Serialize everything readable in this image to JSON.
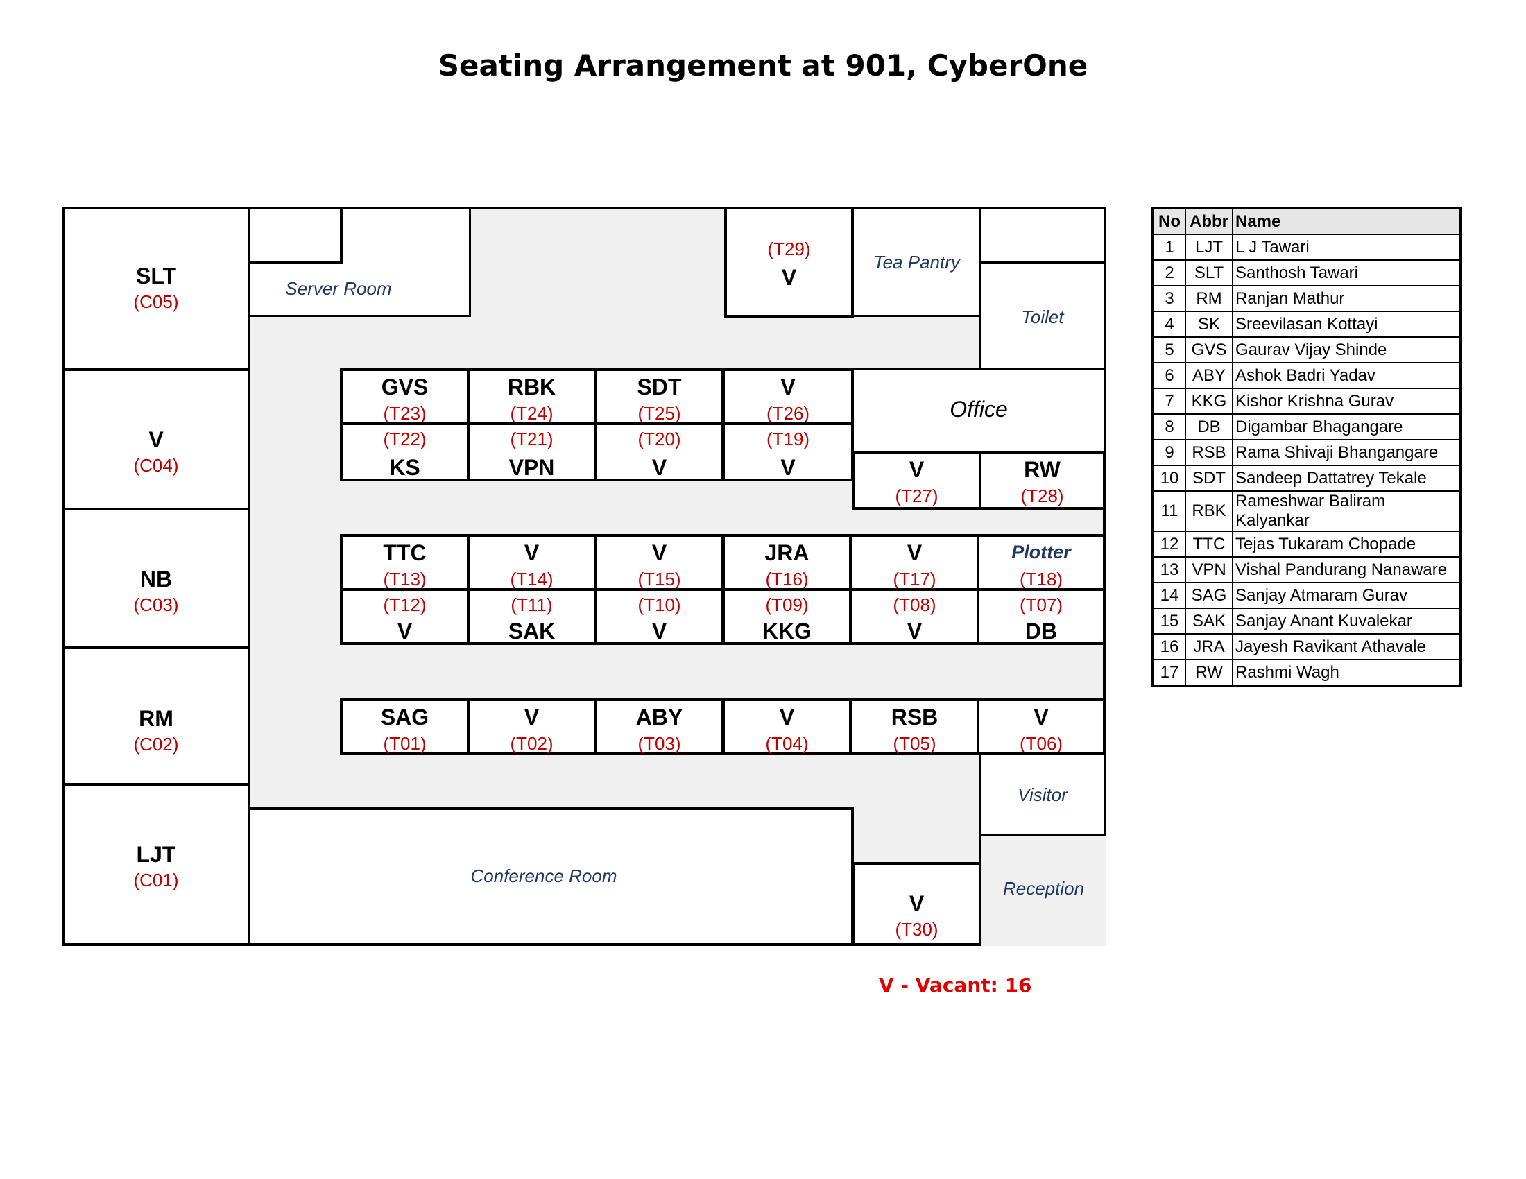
{
  "title": "Seating Arrangement at 901, CyberOne",
  "footer": "V - Vacant:  16",
  "cabins": [
    {
      "abbr": "SLT",
      "code": "(C05)"
    },
    {
      "abbr": "V",
      "code": "(C04)"
    },
    {
      "abbr": "NB",
      "code": "(C03)"
    },
    {
      "abbr": "RM",
      "code": "(C02)"
    },
    {
      "abbr": "LJT",
      "code": "(C01)"
    }
  ],
  "rooms": {
    "server_room": "Server Room",
    "tea_pantry": "Tea Pantry",
    "toilet": "Toilet",
    "office": "Office",
    "visitor": "Visitor",
    "conference_room": "Conference Room",
    "reception": "Reception"
  },
  "seats": {
    "t29": {
      "code": "(T29)",
      "abbr": "V"
    },
    "t23": {
      "code": "(T23)",
      "abbr": "GVS"
    },
    "t24": {
      "code": "(T24)",
      "abbr": "RBK"
    },
    "t25": {
      "code": "(T25)",
      "abbr": "SDT"
    },
    "t26": {
      "code": "(T26)",
      "abbr": "V"
    },
    "t22": {
      "code": "(T22)",
      "abbr": "KS"
    },
    "t21": {
      "code": "(T21)",
      "abbr": "VPN"
    },
    "t20": {
      "code": "(T20)",
      "abbr": "V"
    },
    "t19": {
      "code": "(T19)",
      "abbr": "V"
    },
    "t27": {
      "code": "(T27)",
      "abbr": "V"
    },
    "t28": {
      "code": "(T28)",
      "abbr": "RW"
    },
    "t13": {
      "code": "(T13)",
      "abbr": "TTC"
    },
    "t14": {
      "code": "(T14)",
      "abbr": "V"
    },
    "t15": {
      "code": "(T15)",
      "abbr": "V"
    },
    "t16": {
      "code": "(T16)",
      "abbr": "JRA"
    },
    "t17": {
      "code": "(T17)",
      "abbr": "V"
    },
    "t18": {
      "code": "(T18)",
      "abbr": "Plotter"
    },
    "t12": {
      "code": "(T12)",
      "abbr": "V"
    },
    "t11": {
      "code": "(T11)",
      "abbr": "SAK"
    },
    "t10": {
      "code": "(T10)",
      "abbr": "V"
    },
    "t09": {
      "code": "(T09)",
      "abbr": "KKG"
    },
    "t08": {
      "code": "(T08)",
      "abbr": "V"
    },
    "t07": {
      "code": "(T07)",
      "abbr": "DB"
    },
    "t01": {
      "code": "(T01)",
      "abbr": "SAG"
    },
    "t02": {
      "code": "(T02)",
      "abbr": "V"
    },
    "t03": {
      "code": "(T03)",
      "abbr": "ABY"
    },
    "t04": {
      "code": "(T04)",
      "abbr": "V"
    },
    "t05": {
      "code": "(T05)",
      "abbr": "RSB"
    },
    "t06": {
      "code": "(T06)",
      "abbr": "V"
    },
    "t30": {
      "code": "(T30)",
      "abbr": "V"
    }
  },
  "legend": {
    "headers": {
      "no": "No",
      "abbr": "Abbr",
      "name": "Name"
    },
    "rows": [
      {
        "no": "1",
        "abbr": "LJT",
        "name": "L J Tawari"
      },
      {
        "no": "2",
        "abbr": "SLT",
        "name": "Santhosh Tawari"
      },
      {
        "no": "3",
        "abbr": "RM",
        "name": "Ranjan Mathur"
      },
      {
        "no": "4",
        "abbr": "SK",
        "name": "Sreevilasan Kottayi"
      },
      {
        "no": "5",
        "abbr": "GVS",
        "name": "Gaurav Vijay Shinde"
      },
      {
        "no": "6",
        "abbr": "ABY",
        "name": "Ashok Badri Yadav"
      },
      {
        "no": "7",
        "abbr": "KKG",
        "name": "Kishor Krishna Gurav"
      },
      {
        "no": "8",
        "abbr": "DB",
        "name": "Digambar Bhagangare"
      },
      {
        "no": "9",
        "abbr": "RSB",
        "name": "Rama Shivaji Bhangangare"
      },
      {
        "no": "10",
        "abbr": "SDT",
        "name": "Sandeep Dattatrey Tekale"
      },
      {
        "no": "11",
        "abbr": "RBK",
        "name": "Rameshwar Baliram Kalyankar"
      },
      {
        "no": "12",
        "abbr": "TTC",
        "name": "Tejas Tukaram Chopade"
      },
      {
        "no": "13",
        "abbr": "VPN",
        "name": "Vishal Pandurang Nanaware"
      },
      {
        "no": "14",
        "abbr": "SAG",
        "name": "Sanjay Atmaram Gurav"
      },
      {
        "no": "15",
        "abbr": "SAK",
        "name": "Sanjay Anant Kuvalekar"
      },
      {
        "no": "16",
        "abbr": "JRA",
        "name": "Jayesh Ravikant Athavale"
      },
      {
        "no": "17",
        "abbr": "RW",
        "name": "Rashmi Wagh"
      }
    ]
  }
}
